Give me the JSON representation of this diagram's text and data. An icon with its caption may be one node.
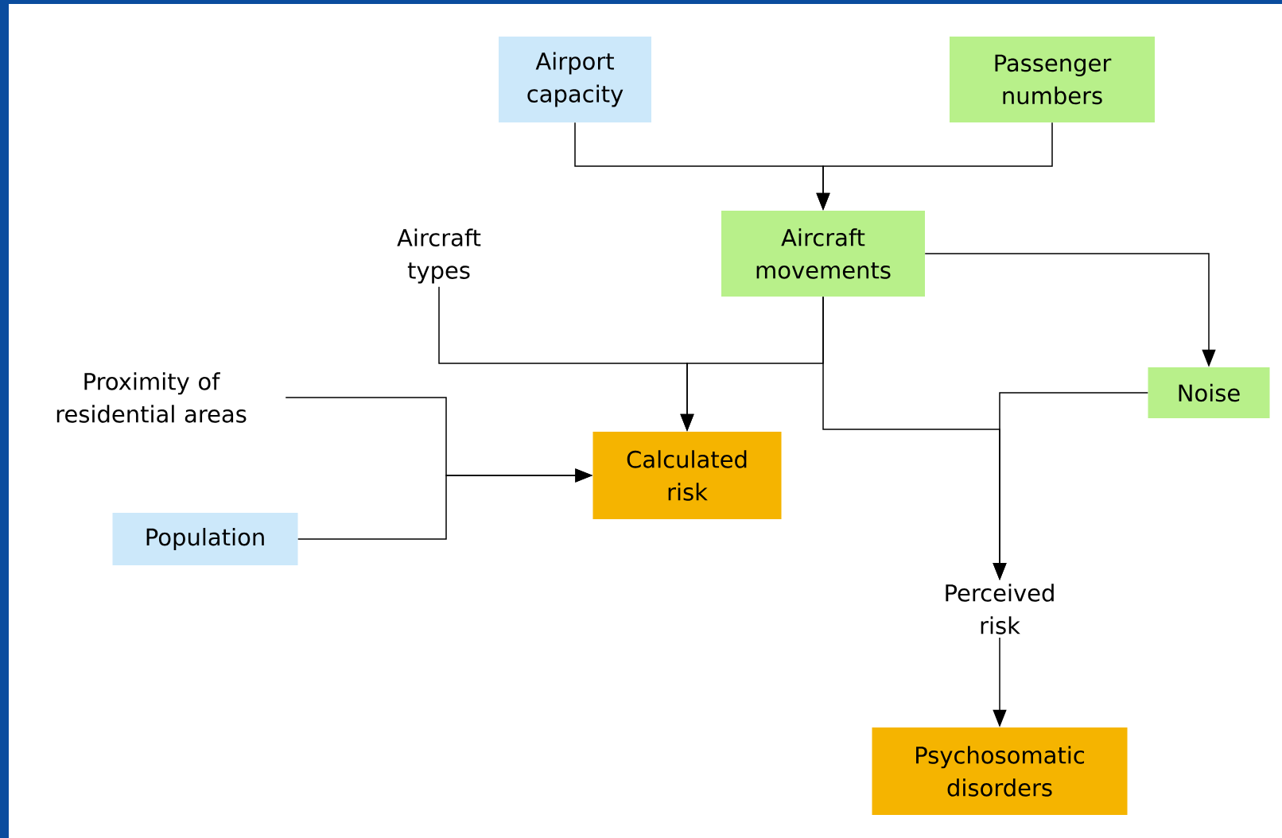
{
  "diagram": {
    "nodes": [
      {
        "text": [
          "Airport capacity"
        ]
      },
      {
        "text": [
          "Passenger numbers"
        ]
      },
      {
        "text": [
          "Aircraft movements"
        ]
      },
      {
        "text": [
          "Aircraft types"
        ]
      },
      {
        "text": [
          "Proximity of residential areas"
        ]
      },
      {
        "text": [
          "Calculated risk"
        ]
      },
      {
        "text": [
          "Noise"
        ]
      },
      {
        "text": [
          "Population"
        ]
      },
      {
        "text": [
          "Perceived risk"
        ]
      },
      {
        "text": [
          "Psychosomatic disorders"
        ]
      }
    ],
    "edges": [
      {
        "from": 0,
        "to": 2,
        "arrow": "to"
      },
      {
        "from": 1,
        "to": 2,
        "arrow": "to"
      },
      {
        "from": 2,
        "to": 5,
        "arrow": "to"
      },
      {
        "from": 3,
        "to": 5,
        "arrow": "to"
      },
      {
        "from": 2,
        "to": 6,
        "arrow": "to"
      },
      {
        "from": 2,
        "to": 8,
        "arrow": "to"
      },
      {
        "from": 6,
        "to": 8,
        "arrow": "to"
      },
      {
        "from": 4,
        "to": 5,
        "arrow": "to"
      },
      {
        "from": 7,
        "to": 5,
        "arrow": "to"
      },
      {
        "from": 8,
        "to": 9,
        "arrow": "to"
      }
    ]
  }
}
